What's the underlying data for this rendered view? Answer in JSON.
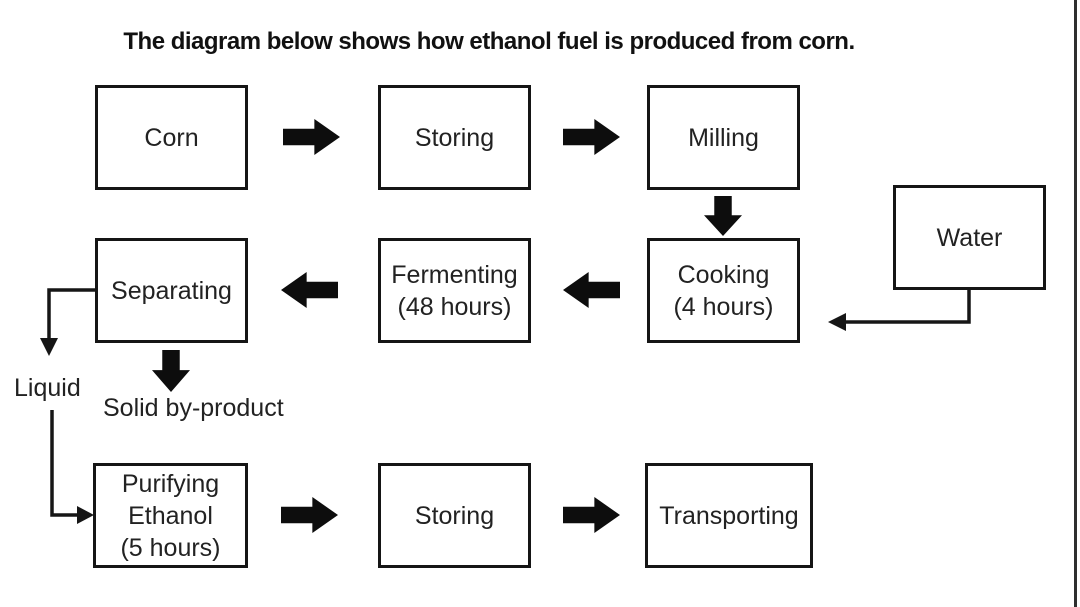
{
  "title": "The diagram below shows how ethanol fuel is produced from corn.",
  "colors": {
    "ink": "#1c1c1c",
    "box_border": "#151515",
    "arrow_fill": "#0d0d0d",
    "background": "#ffffff"
  },
  "boxes": {
    "corn": {
      "label": "Corn"
    },
    "storing_top": {
      "label": "Storing"
    },
    "milling": {
      "label": "Milling"
    },
    "water": {
      "label": "Water"
    },
    "separating": {
      "label": "Separating"
    },
    "fermenting": {
      "label": "Fermenting\n(48 hours)"
    },
    "cooking": {
      "label": "Cooking\n(4 hours)"
    },
    "purifying": {
      "label": "Purifying\nEthanol\n(5 hours)"
    },
    "storing_bottom": {
      "label": "Storing"
    },
    "transporting": {
      "label": "Transporting"
    }
  },
  "annotations": {
    "liquid": "Liquid",
    "solid_by_product": "Solid by-product"
  },
  "arrows": [
    {
      "from": "Corn",
      "to": "Storing",
      "style": "block-right"
    },
    {
      "from": "Storing",
      "to": "Milling",
      "style": "block-right"
    },
    {
      "from": "Milling",
      "to": "Cooking (4 hours)",
      "style": "block-down"
    },
    {
      "from": "Water",
      "to": "Cooking (4 hours)",
      "style": "thin-elbow-left"
    },
    {
      "from": "Cooking (4 hours)",
      "to": "Fermenting (48 hours)",
      "style": "block-left"
    },
    {
      "from": "Fermenting (48 hours)",
      "to": "Separating",
      "style": "block-left"
    },
    {
      "from": "Separating",
      "to": "Liquid",
      "style": "thin-elbow-down"
    },
    {
      "from": "Separating",
      "to": "Solid by-product",
      "style": "block-down"
    },
    {
      "from": "Liquid",
      "to": "Purifying Ethanol (5 hours)",
      "style": "thin-elbow-right"
    },
    {
      "from": "Purifying Ethanol (5 hours)",
      "to": "Storing",
      "style": "block-right"
    },
    {
      "from": "Storing",
      "to": "Transporting",
      "style": "block-right"
    }
  ]
}
